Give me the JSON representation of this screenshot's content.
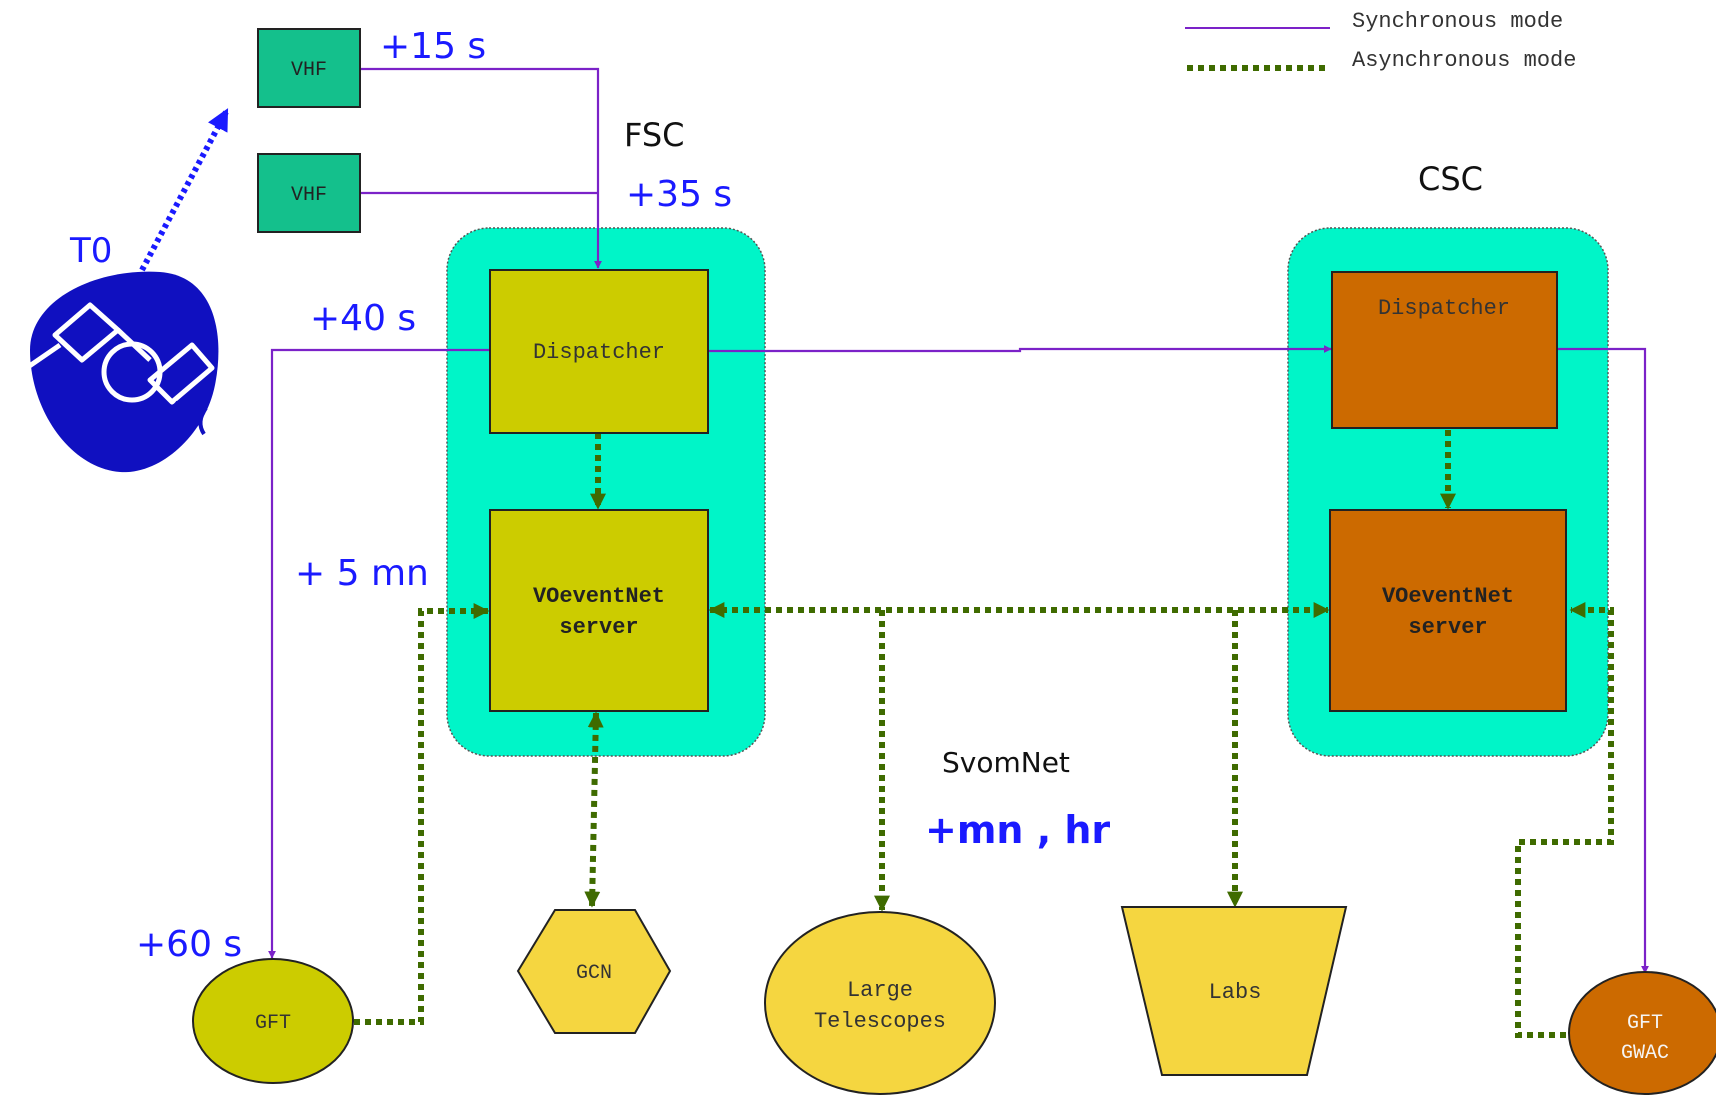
{
  "legend": {
    "sync_label": "Synchronous mode",
    "async_label": "Asynchronous mode"
  },
  "labels": {
    "fsc": "FSC",
    "csc": "CSC",
    "svomnet": "SvomNet",
    "t0": "T0"
  },
  "timings": {
    "t15": "+15 s",
    "t35": "+35 s",
    "t40": "+40 s",
    "t5mn": "+ 5 mn",
    "t60": "+60 s",
    "tmnhr": "+mn , hr"
  },
  "nodes": {
    "vhf1": "VHF",
    "vhf2": "VHF",
    "fsc_dispatcher": "Dispatcher",
    "fsc_voevent_line1": "VOeventNet",
    "fsc_voevent_line2": "server",
    "csc_dispatcher": "Dispatcher",
    "csc_voevent_line1": "VOeventNet",
    "csc_voevent_line2": "server",
    "gft": "GFT",
    "gcn": "GCN",
    "large_telescopes_line1": "Large",
    "large_telescopes_line2": "Telescopes",
    "labs": "Labs",
    "gft_gwac_line1": "GFT",
    "gft_gwac_line2": "GWAC"
  },
  "colors": {
    "sync": "#7b22c8",
    "async": "#3f6b00",
    "timing": "#1a1aff",
    "cyan": "#00f5c8",
    "vhf": "#14c08c",
    "olive": "#cccc00",
    "orange": "#cc6a00",
    "yellow": "#f5d640",
    "satellite": "#1010c0"
  }
}
